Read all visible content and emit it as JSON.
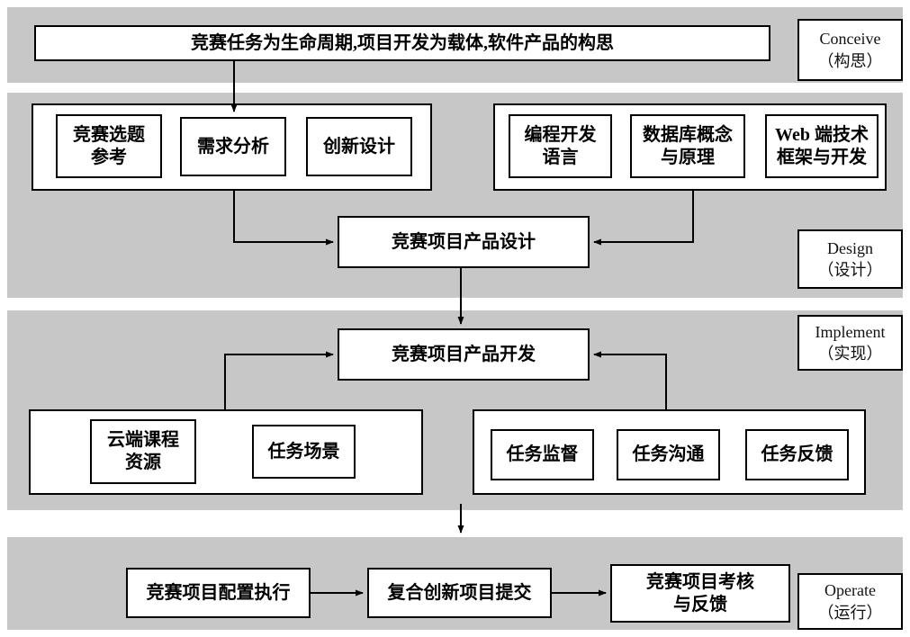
{
  "colors": {
    "band_background": "#c7c7c7",
    "box_border": "#000000",
    "box_background": "#ffffff"
  },
  "conceive": {
    "label_en": "Conceive",
    "label_zh": "（构思）",
    "main_box": "竞赛任务为生命周期,项目开发为载体,软件产品的构思"
  },
  "design": {
    "label_en": "Design",
    "label_zh": "（设计）",
    "left_group": [
      "竞赛选题\n参考",
      "需求分析",
      "创新设计"
    ],
    "right_group": [
      "编程开发\n语言",
      "数据库概念\n与原理",
      "Web 端技术\n框架与开发"
    ],
    "center_box": "竞赛项目产品设计"
  },
  "implement": {
    "label_en": "Implement",
    "label_zh": "（实现）",
    "center_box": "竞赛项目产品开发",
    "left_group": [
      "云端课程\n资源",
      "任务场景"
    ],
    "right_group": [
      "任务监督",
      "任务沟通",
      "任务反馈"
    ]
  },
  "operate": {
    "label_en": "Operate",
    "label_zh": "（运行）",
    "steps": [
      "竞赛项目配置执行",
      "复合创新项目提交",
      "竞赛项目考核\n与反馈"
    ]
  }
}
